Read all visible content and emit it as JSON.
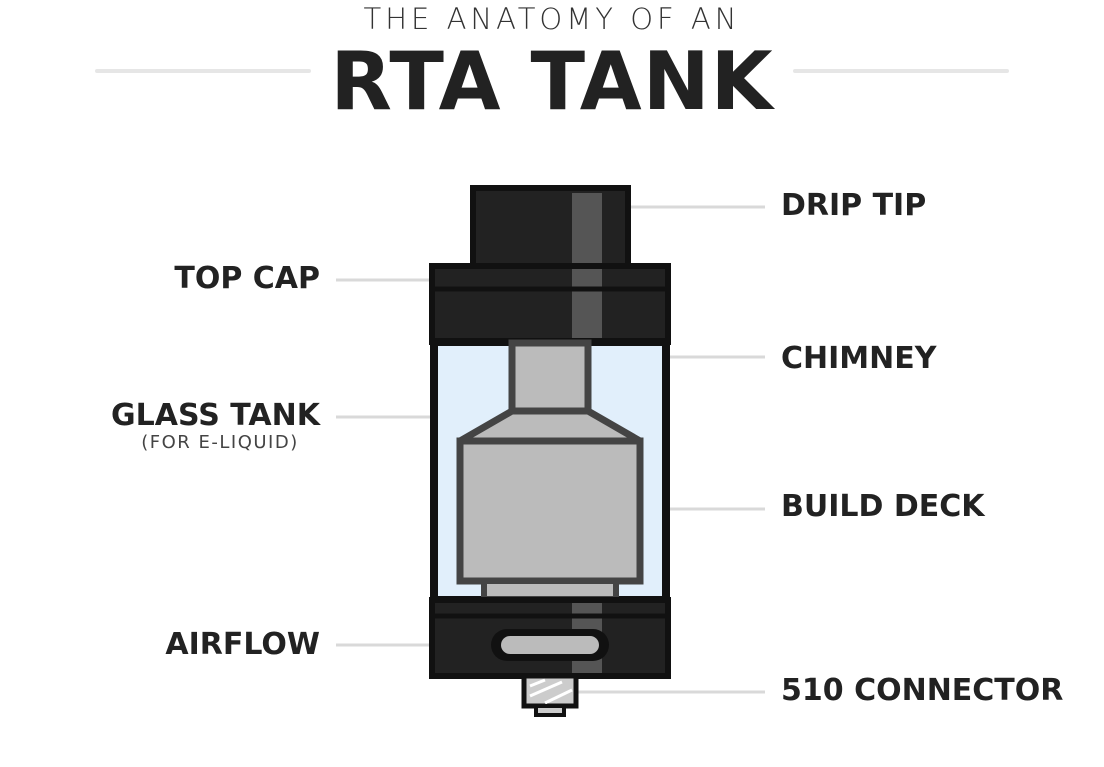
{
  "header": {
    "kicker": "THE ANATOMY OF AN",
    "title": "RTA TANK"
  },
  "labels": {
    "drip_tip": "DRIP TIP",
    "top_cap": "TOP CAP",
    "chimney": "CHIMNEY",
    "glass_tank": "GLASS TANK",
    "glass_tank_note": "(FOR E-LIQUID)",
    "build_deck": "BUILD DECK",
    "airflow": "AIRFLOW",
    "connector_510": "510 CONNECTOR"
  },
  "colors": {
    "outline": "#111111",
    "dark_body": "#222222",
    "glass": "#e1effb",
    "metal": "#bbbbbb",
    "metal_outline": "#444444",
    "highlight": "#555555",
    "leader": "#d9d9d9"
  }
}
